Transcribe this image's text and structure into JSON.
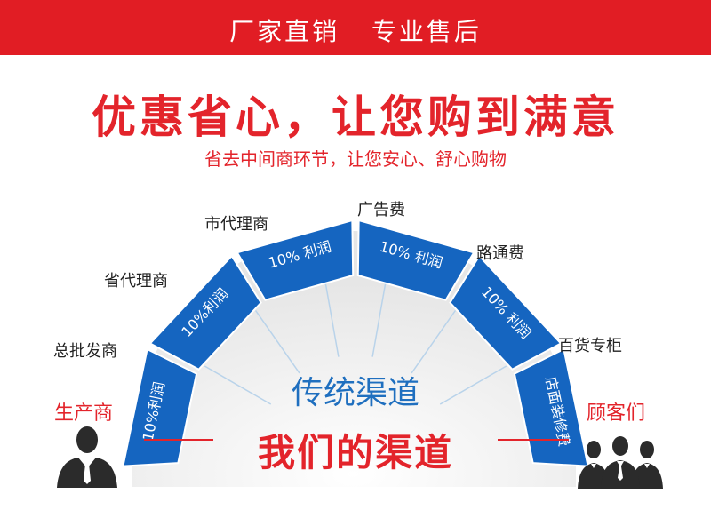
{
  "banner": {
    "text": "厂家直销   专业售后"
  },
  "headline": "优惠省心，让您购到满意",
  "subline": "省去中间商环节，让您安心、舒心购物",
  "segments": [
    {
      "text": "10%利润",
      "cost": "总批发商"
    },
    {
      "text": "10%利润",
      "cost": "省代理商"
    },
    {
      "text": "10% 利润",
      "cost": "市代理商"
    },
    {
      "text": "10% 利润",
      "cost": "广告费"
    },
    {
      "text": "10% 利润",
      "cost": "路通费"
    },
    {
      "text": "店面装修费",
      "cost": "百货专柜"
    }
  ],
  "producer_label": "生产商",
  "customer_label": "顾客们",
  "traditional_label": "传统渠道",
  "our_label": "我们的渠道",
  "colors": {
    "banner": "#e11d24",
    "accent_red": "#e3242b",
    "segment_blue": "#1565c0",
    "text_blue": "#1f6fbf",
    "dome_gray": "#eeeeee"
  },
  "icons": {
    "producer": "businessman-icon",
    "customers": "group-of-people-icon"
  }
}
